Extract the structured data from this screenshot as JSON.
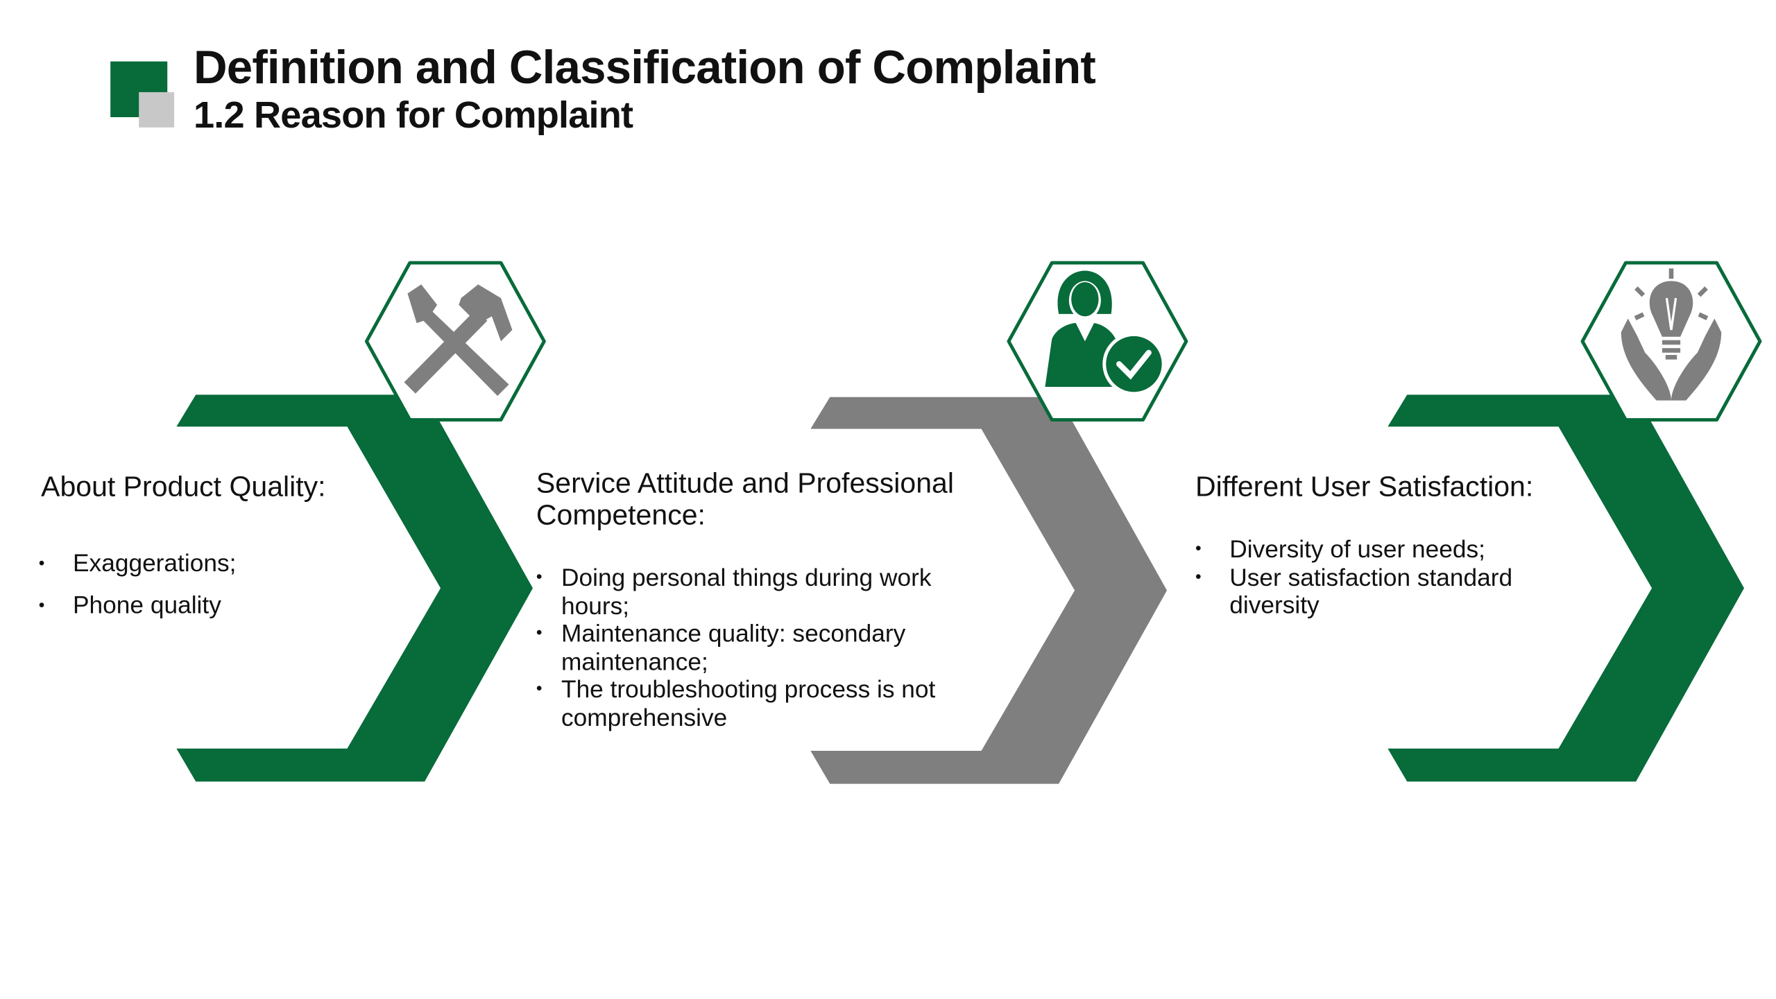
{
  "header": {
    "title": "Definition and Classification of Complaint",
    "subtitle": "1.2 Reason for Complaint"
  },
  "colors": {
    "green": "#076b3a",
    "gray": "#7f7f7f",
    "light_gray": "#c8c8c8"
  },
  "sections": [
    {
      "heading": "About Product Quality:",
      "icon": "tools-icon",
      "color": "green",
      "bullets": [
        "Exaggerations;",
        "Phone quality"
      ]
    },
    {
      "heading": "Service Attitude and Professional Competence:",
      "icon": "service-woman-check-icon",
      "color": "gray",
      "bullets": [
        "Doing personal things during work hours;",
        "Maintenance quality: secondary maintenance;",
        "The troubleshooting process is not comprehensive"
      ]
    },
    {
      "heading": "Different User Satisfaction:",
      "icon": "lightbulb-hands-icon",
      "color": "green",
      "bullets": [
        "Diversity of user needs;",
        "User satisfaction standard diversity"
      ]
    }
  ]
}
